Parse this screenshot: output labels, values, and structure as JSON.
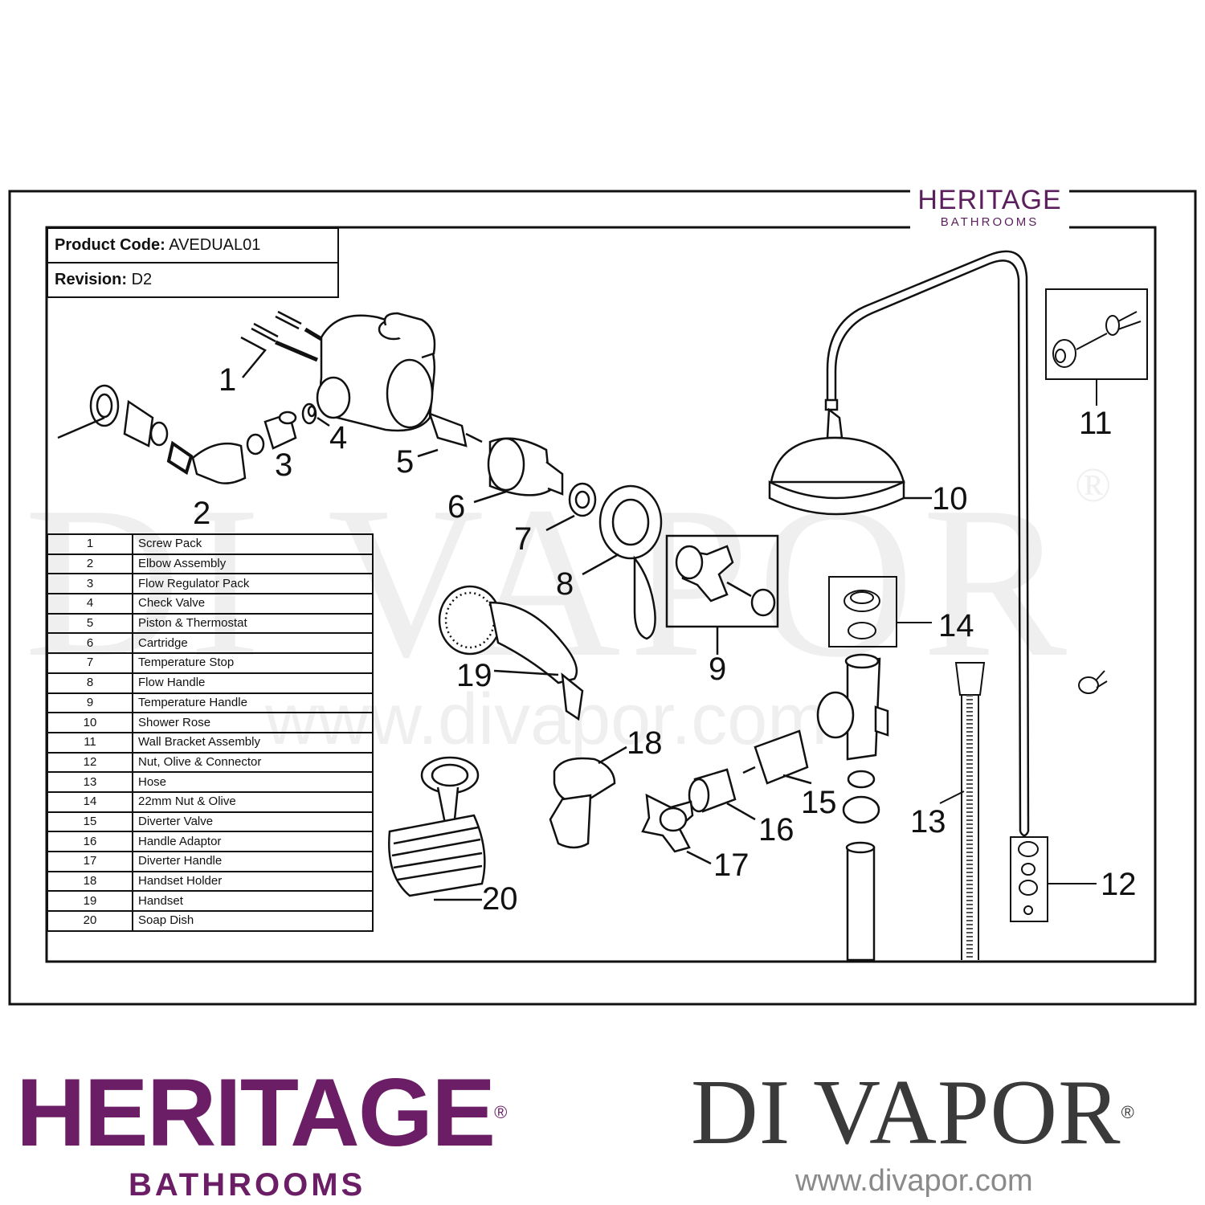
{
  "header": {
    "product_code_label": "Product Code:",
    "product_code": "AVEDUAL01",
    "revision_label": "Revision:",
    "revision": "D2"
  },
  "brand_top": {
    "name": "HERITAGE",
    "sub": "BATHROOMS"
  },
  "parts": [
    {
      "num": "1",
      "name": "Screw Pack"
    },
    {
      "num": "2",
      "name": "Elbow Assembly"
    },
    {
      "num": "3",
      "name": "Flow Regulator Pack"
    },
    {
      "num": "4",
      "name": "Check Valve"
    },
    {
      "num": "5",
      "name": "Piston & Thermostat"
    },
    {
      "num": "6",
      "name": "Cartridge"
    },
    {
      "num": "7",
      "name": "Temperature Stop"
    },
    {
      "num": "8",
      "name": "Flow Handle"
    },
    {
      "num": "9",
      "name": "Temperature Handle"
    },
    {
      "num": "10",
      "name": "Shower Rose"
    },
    {
      "num": "11",
      "name": "Wall Bracket Assembly"
    },
    {
      "num": "12",
      "name": "Nut, Olive & Connector"
    },
    {
      "num": "13",
      "name": "Hose"
    },
    {
      "num": "14",
      "name": "22mm Nut & Olive"
    },
    {
      "num": "15",
      "name": "Diverter Valve"
    },
    {
      "num": "16",
      "name": "Handle Adaptor"
    },
    {
      "num": "17",
      "name": "Diverter Handle"
    },
    {
      "num": "18",
      "name": "Handset Holder"
    },
    {
      "num": "19",
      "name": "Handset"
    },
    {
      "num": "20",
      "name": "Soap Dish"
    }
  ],
  "callouts": [
    "1",
    "2",
    "3",
    "4",
    "5",
    "6",
    "7",
    "8",
    "9",
    "10",
    "11",
    "12",
    "13",
    "14",
    "15",
    "16",
    "17",
    "18",
    "19",
    "20"
  ],
  "watermark": {
    "text": "DI VAPOR",
    "reg": "®",
    "url": "www.divapor.com"
  },
  "logo_heritage": {
    "name": "HERITAGE",
    "reg": "®",
    "sub": "BATHROOMS"
  },
  "logo_divapor": {
    "name": "DI VAPOR",
    "reg": "®",
    "url": "www.divapor.com"
  },
  "colors": {
    "heritage_purple": "#6b1d66",
    "divapor_grey": "#3a3a3a",
    "line": "#111111"
  }
}
